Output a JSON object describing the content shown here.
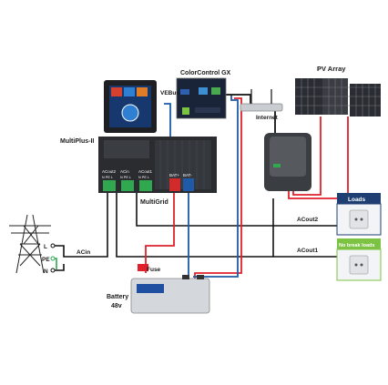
{
  "labels": {
    "colorcontrol": "ColorControl GX",
    "vebus": "VEBus",
    "internet": "Internet",
    "pv_array": "PV Array",
    "multiplus": "MultiPlus-II",
    "multigrid": "MultiGrid",
    "acout2_term": "ACout2",
    "acin_term": "ACin",
    "acout1_term": "ACout1",
    "pol1": "N PE L",
    "pol2": "N PE L",
    "pol3": "N PE L",
    "bat_plus": "BAT+",
    "bat_minus": "BAT-",
    "l": "L",
    "pe": "PE",
    "n": "N",
    "acin": "ACin",
    "acout2": "ACout2",
    "acout1": "ACout1",
    "fuse": "Fuse",
    "battery": "Battery",
    "battery_v": "48v",
    "loads": "Loads",
    "no_break_loads": "No break loads"
  },
  "colors": {
    "ac_wire": "#111111",
    "dc_pos": "#e0202a",
    "dc_neg": "#1e5aa8",
    "earth": "#2fa84f",
    "loads_header": "#1f3f72",
    "nobreak_header": "#7cc243"
  },
  "icons": [
    "pylon-icon",
    "solar-panel-icon",
    "router-icon",
    "socket-icon",
    "battery-icon",
    "inverter-icon",
    "charge-controller-icon"
  ]
}
